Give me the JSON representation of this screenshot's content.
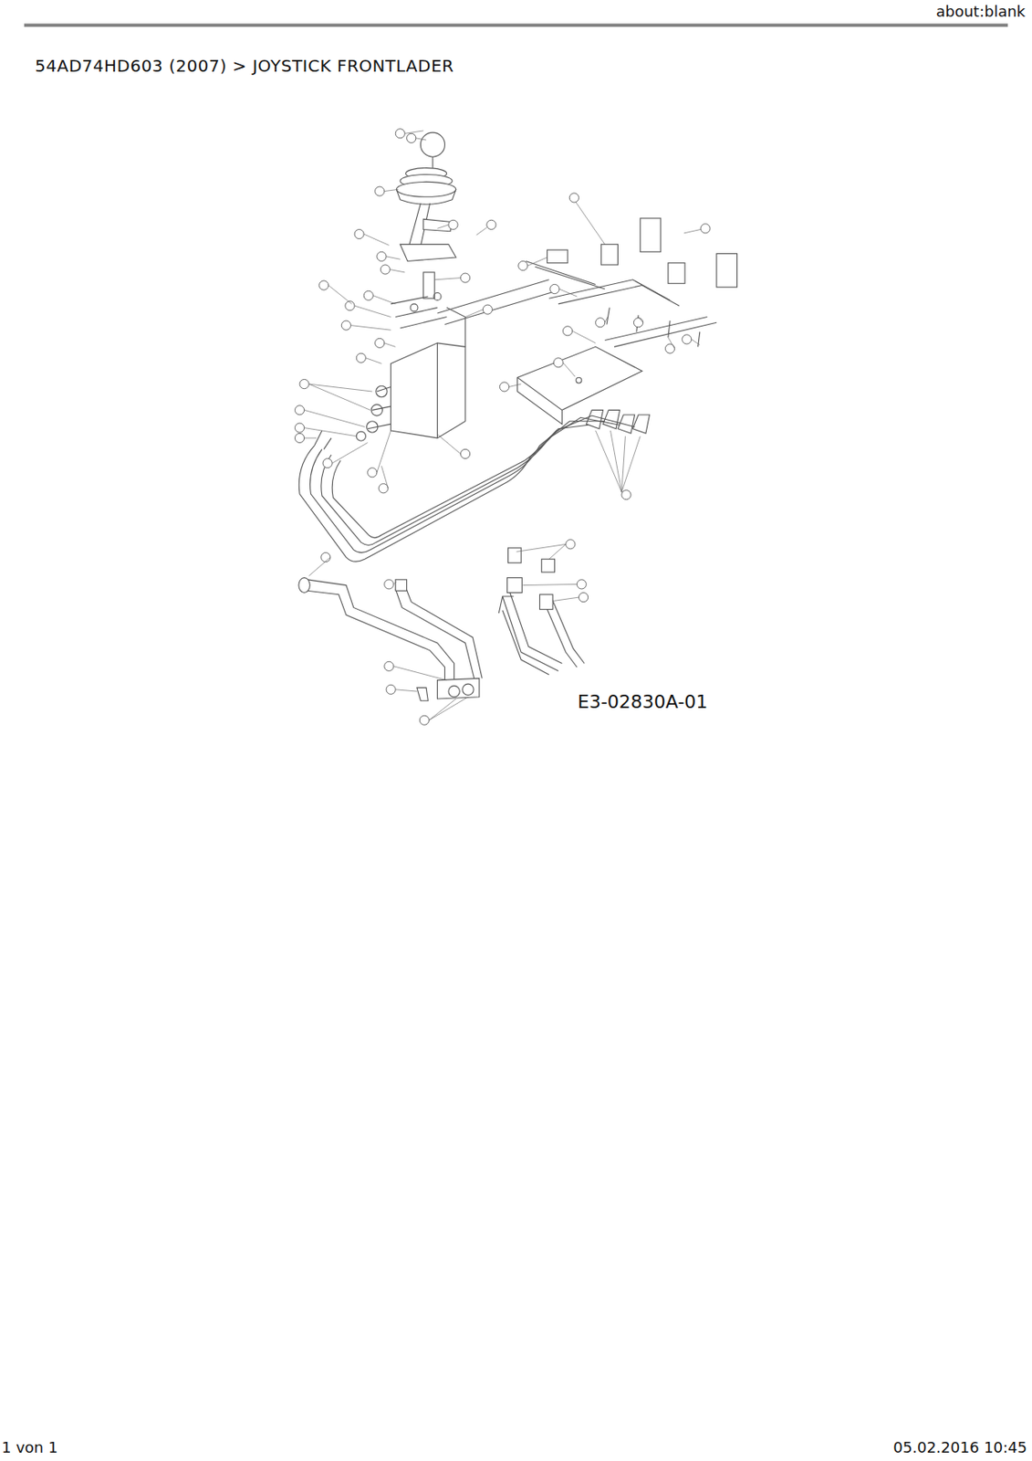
{
  "diagram": {
    "title": "54AD74HD603 (2007) > JOYSTICK FRONTLADER",
    "labels": [
      "about:blank",
      "E3-02830A-01",
      "1 von 1",
      "05.02.2016 10:45"
    ]
  }
}
